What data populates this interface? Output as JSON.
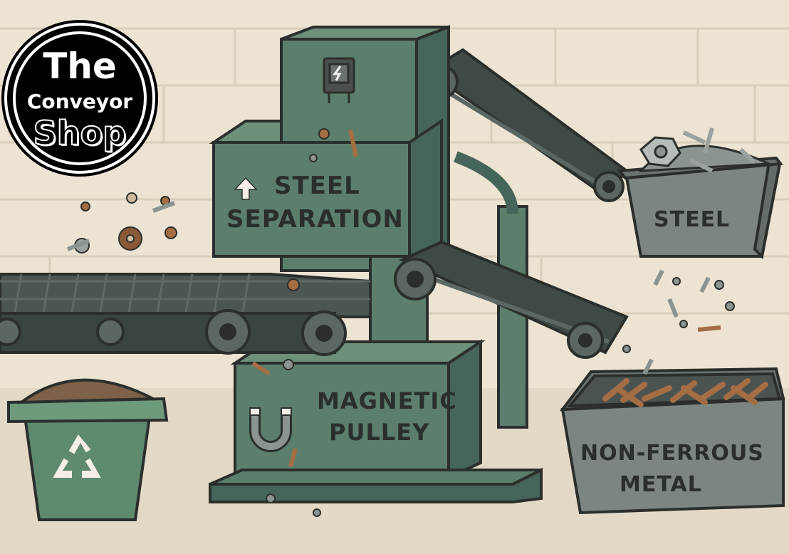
{
  "logo": {
    "line1": "The",
    "line2": "Conveyor",
    "line3": "Shop"
  },
  "labels": {
    "steel_separation_line1": "STEEL",
    "steel_separation_line2": "SEPARATION",
    "steel": "STEEL",
    "magnetic_pulley_line1": "MAGNETIC",
    "magnetic_pulley_line2": "PULLEY",
    "non_ferrous_line1": "NON-FERROUS",
    "non_ferrous_line2": "METAL"
  },
  "icons": [
    "up-arrow-icon",
    "electric-box-icon",
    "magnet-icon",
    "recycle-icon"
  ],
  "colors": {
    "background": "#ece3d3",
    "machine_green": "#5b7f6c",
    "machine_dark": "#46655a",
    "belt": "#3f4a46",
    "bin_grey": "#7c8582",
    "recycle_bin": "#5e8a6d",
    "outline": "#2b2f2c",
    "rust": "#a56d43"
  }
}
